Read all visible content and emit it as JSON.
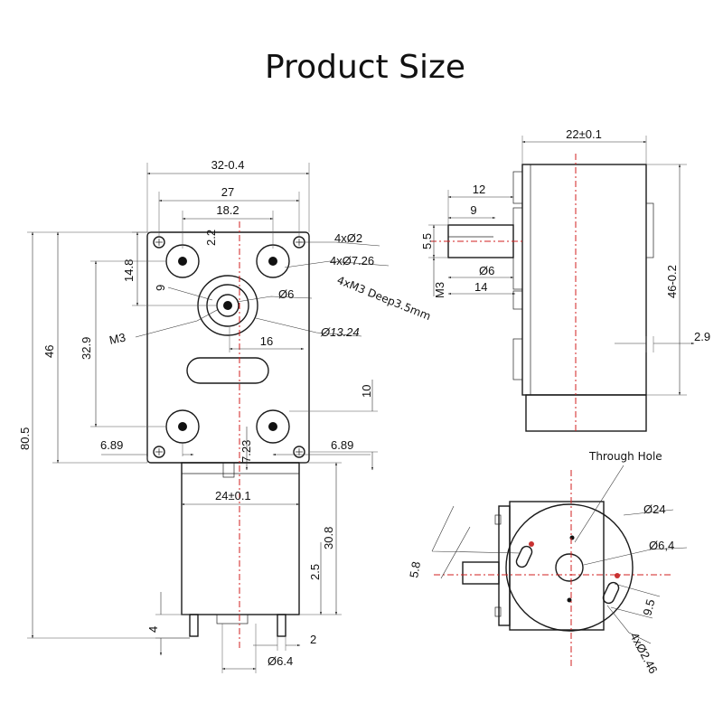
{
  "title": "Product Size",
  "front_view": {
    "d_width_total": "32-0.4",
    "d_width_holes": "27",
    "d_width_inner": "18.2",
    "d_small_offset": "2.2",
    "d_14_8": "14.8",
    "d_9": "9",
    "d_32_9": "32.9",
    "d_46": "46",
    "d_80_5": "80.5",
    "d_4x2": "4xØ2",
    "d_4x7_26": "4xØ7.26",
    "d_6": "Ø6",
    "d_13_24": "Ø13.24",
    "d_m3": "M3",
    "d_16": "16",
    "d_10": "10",
    "d_6_89_left": "6.89",
    "d_6_89_right": "6.89",
    "d_7_23": "7.23",
    "d_24": "24±0.1",
    "d_30_8": "30.8",
    "d_2_5": "2.5",
    "d_4": "4",
    "d_2": "2",
    "d_6_4": "Ø6.4",
    "deep_note": "4xM3 Deep3.5mm"
  },
  "side_view": {
    "d_22": "22±0.1",
    "d_12": "12",
    "d_9": "9",
    "d_5_5": "5.5",
    "d_m3": "M3",
    "d_6": "Ø6",
    "d_14": "14",
    "d_46": "46-0.2",
    "d_2_9": "2.9"
  },
  "end_view": {
    "label": "Through Hole",
    "d_24": "Ø24",
    "d_6_4": "Ø6,4",
    "d_5_8": "5.8",
    "d_9_5": "9.5",
    "d_4x2_46": "4xØ2.46"
  },
  "colors": {
    "centerline": "#d21f1f",
    "outline": "#1a1a1a"
  }
}
